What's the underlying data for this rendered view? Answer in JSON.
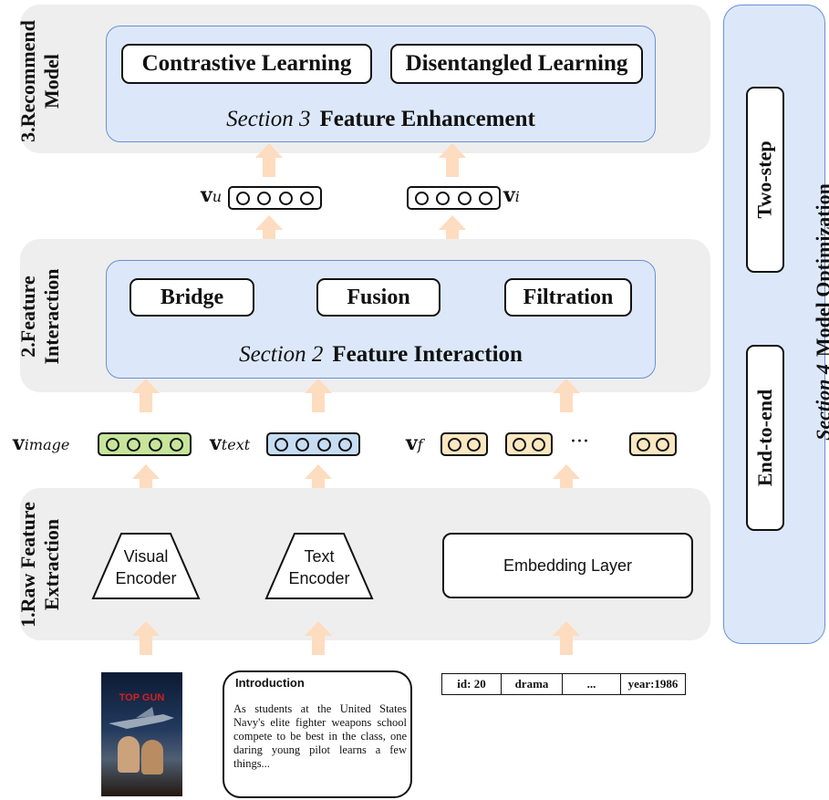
{
  "layers": {
    "recommend": {
      "label_line1": "3.Recommend",
      "label_line2": "Model",
      "box_left": "Contrastive Learning",
      "box_right": "Disentangled Learning",
      "section_num": "Section 3",
      "section_title": "Feature Enhancement"
    },
    "interaction": {
      "label_line1": "2.Feature",
      "label_line2": "Interaction",
      "box_1": "Bridge",
      "box_2": "Fusion",
      "box_3": "Filtration",
      "section_num": "Section 2",
      "section_title": "Feature Interaction"
    },
    "extraction": {
      "label_line1": "1.Raw Feature",
      "label_line2": "Extraction",
      "visual_line1": "Visual",
      "visual_line2": "Encoder",
      "text_line1": "Text",
      "text_line2": "Encoder",
      "embedding": "Embedding Layer"
    }
  },
  "vectors": {
    "user": {
      "base": "v",
      "sub": "u"
    },
    "item": {
      "base": "v",
      "sub": "i"
    },
    "image": {
      "base": "v",
      "sub": "image"
    },
    "text": {
      "base": "v",
      "sub": "text"
    },
    "feature": {
      "base": "v",
      "sub": "f"
    },
    "ellipsis": "···"
  },
  "inputs": {
    "intro_title": "Introduction",
    "intro_body": "As students at the United States Navy's elite fighter weapons school compete to be best in the class, one daring young pilot learns a few things...",
    "meta_cells": [
      "id: 20",
      "drama",
      "...",
      "year:1986"
    ],
    "poster_title": "TOP GUN"
  },
  "optimization": {
    "two_step": "Two-step",
    "end_to_end": "End-to-end",
    "section_num": "Section 4",
    "section_title": "Model Optimization"
  },
  "colors": {
    "band": "#eeeeee",
    "section_fill": "#dce8fa",
    "section_border": "#6c8fd4",
    "arrow": "#fddcbf",
    "image_vector": "#c6e59a",
    "text_vector": "#c6dcf2",
    "feature_vector": "#fbe7c0"
  }
}
